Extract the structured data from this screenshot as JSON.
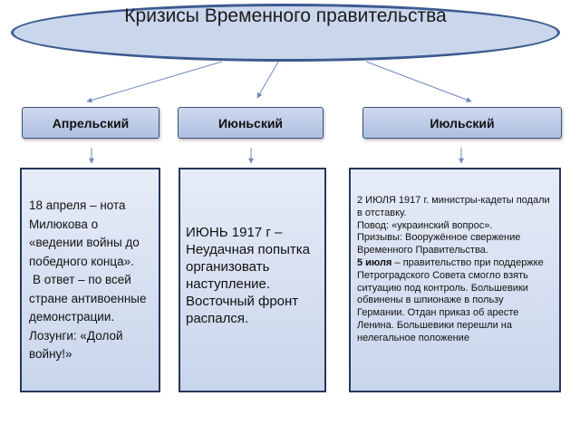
{
  "title": "Кризисы Временного правительства",
  "crises": [
    {
      "label": "Апрельский",
      "lines": [
        "18 апреля – нота",
        "Милюкова о",
        "«ведении войны до",
        "победного конца».",
        " В ответ – по всей",
        "стране  антивоенные",
        "демонстрации.",
        "Лозунги: «Долой",
        "войну!»"
      ]
    },
    {
      "label": "Июньский",
      "lines": [
        "ИЮНЬ 1917 г –",
        "Неудачная попытка",
        "организовать",
        "наступление.",
        "Восточный фронт",
        "распался."
      ]
    },
    {
      "label": "Июльский",
      "intro": "2 ИЮЛЯ 1917 г. министры-кадеты подали в отставку.",
      "reason": "Повод: «украинский вопрос».",
      "slogans": "Призывы: Вооружённое  свержение Временного Правительства.",
      "date_bold": "5 июля",
      "text": " – правительство при поддержке Петроградского Совета смогло взять ситуацию под контроль. Большевики обвинены в шпионаже в пользу Германии. Отдан приказ об аресте Ленина. Большевики перешли на нелегальное положение"
    }
  ],
  "colors": {
    "ellipse_fill": "#c9d6ec",
    "ellipse_border": "#3d5a8f",
    "box_border": "#26365c",
    "arrow": "#6f89bb"
  }
}
